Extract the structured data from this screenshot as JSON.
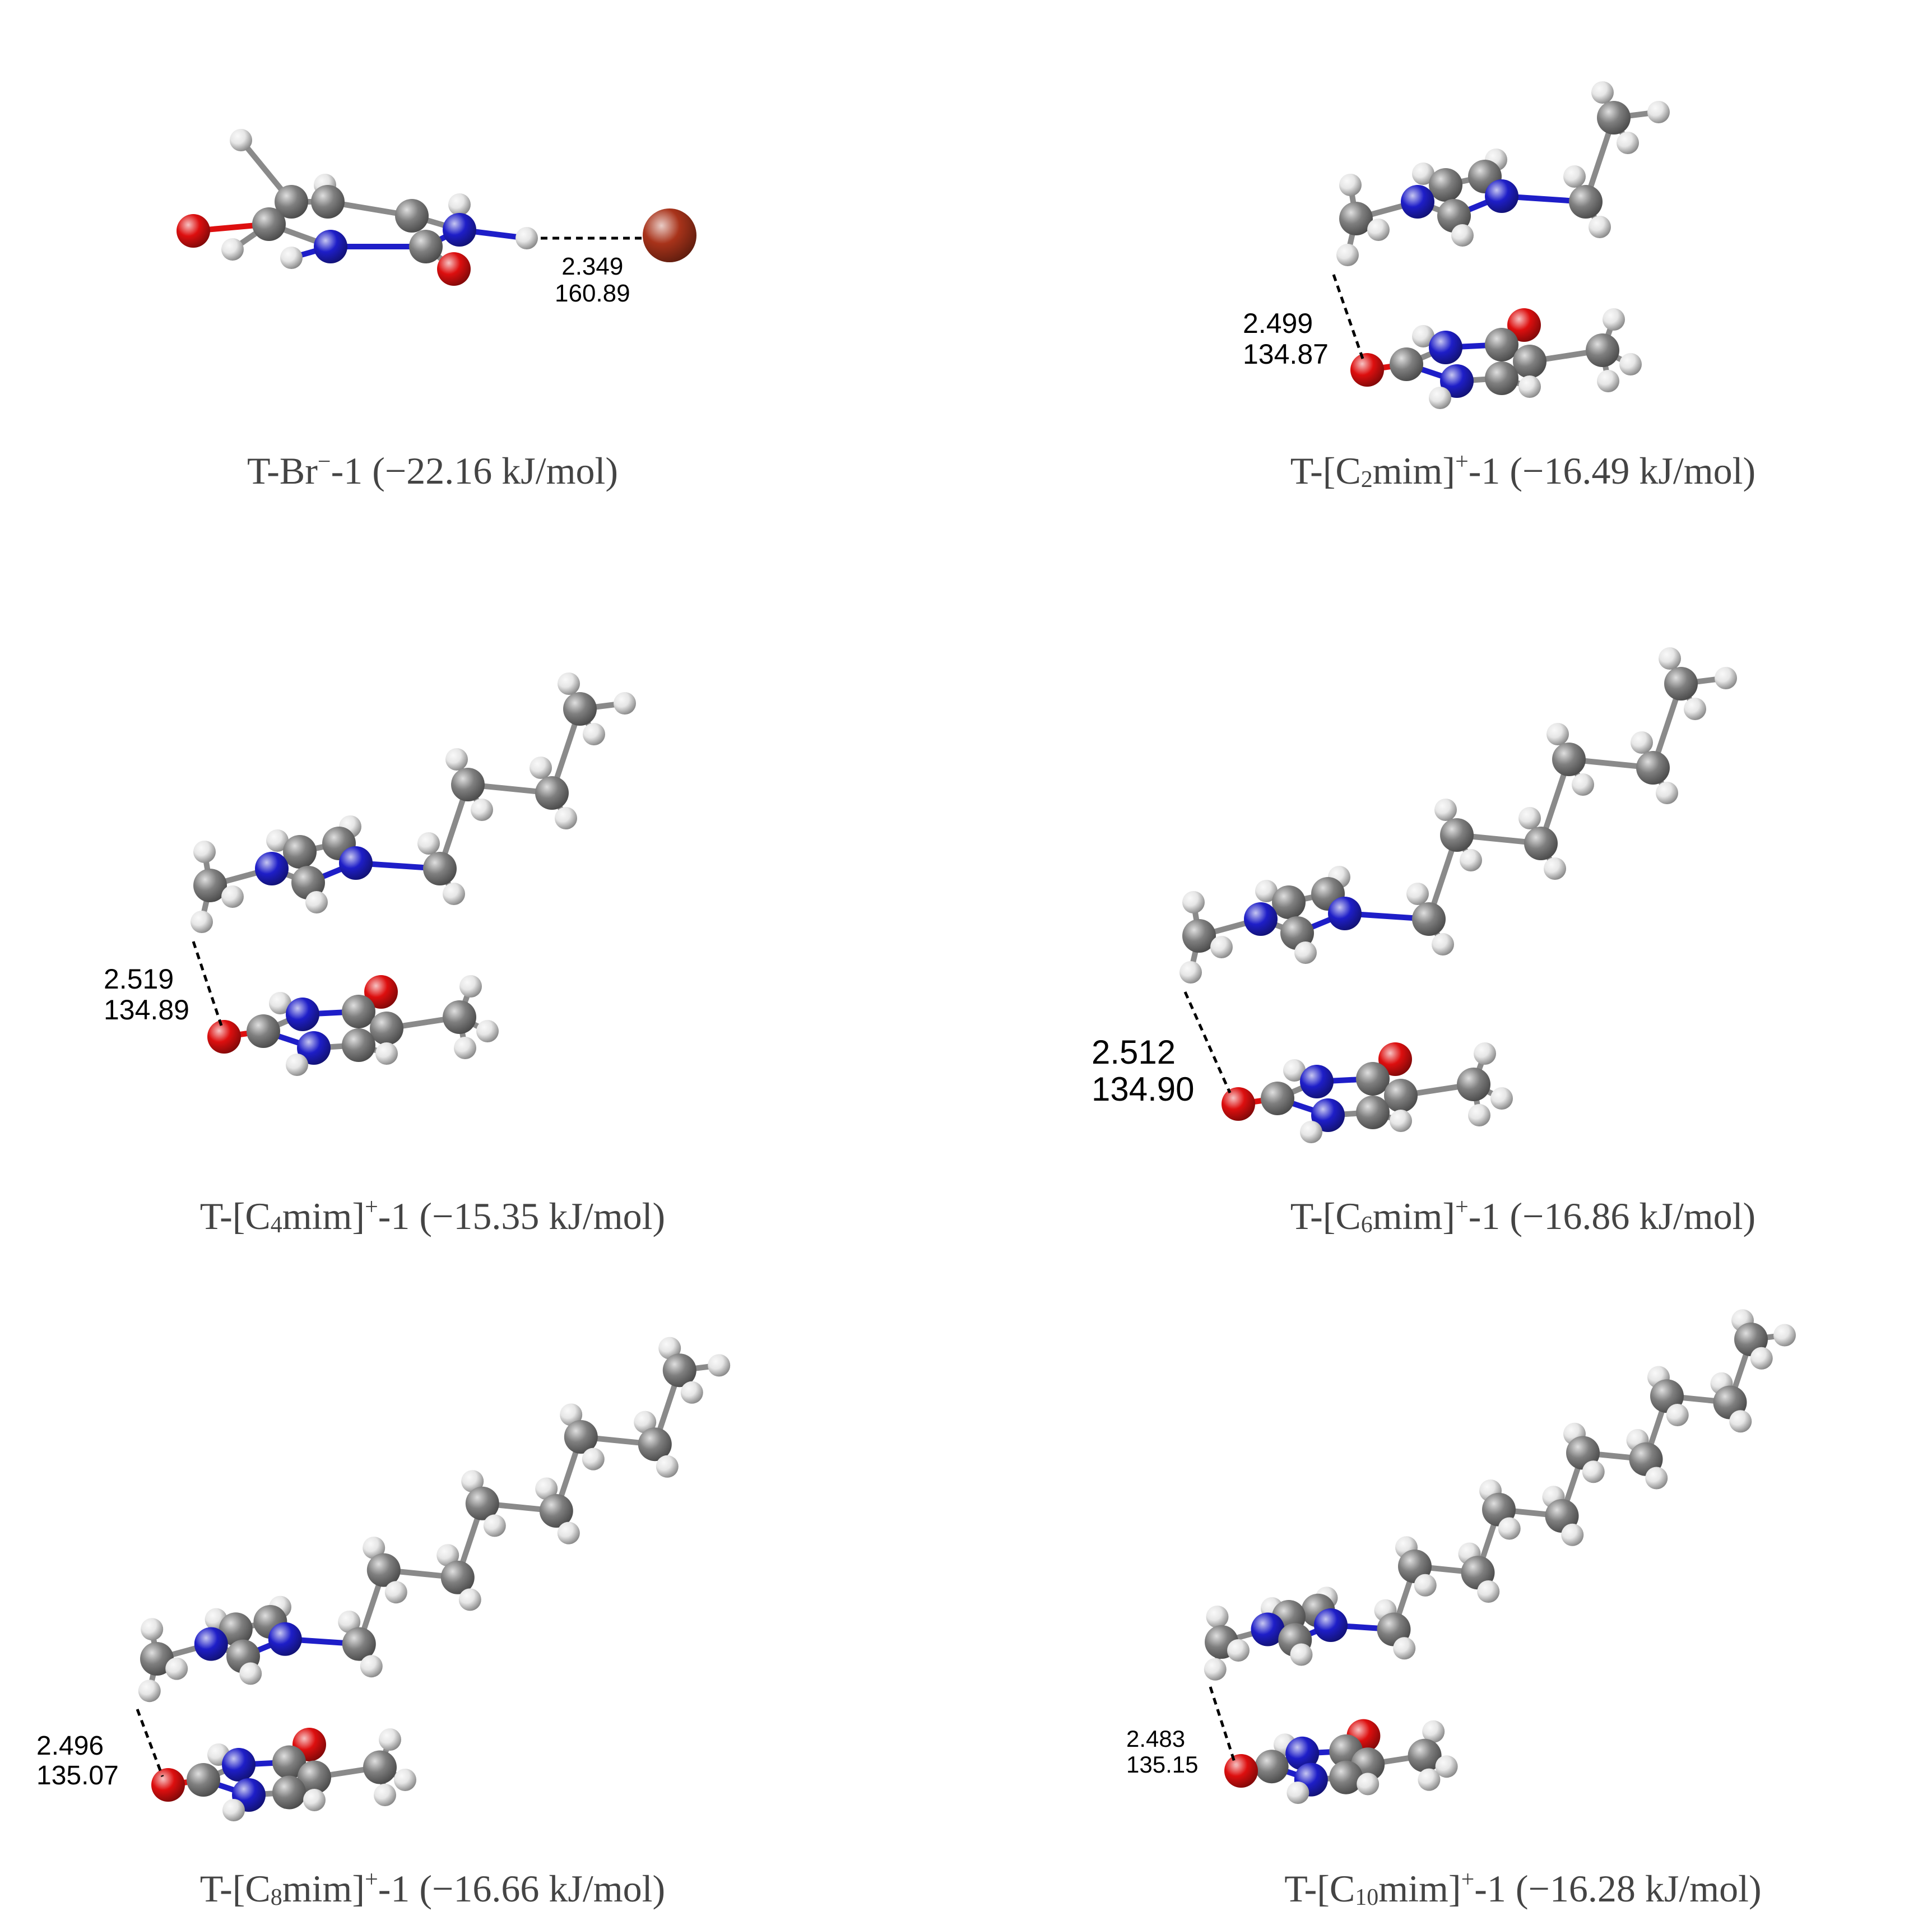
{
  "atom_colors": {
    "C": "#7f7f7f",
    "H": "#e6e6e6",
    "N": "#1e1ec8",
    "O": "#dd0f0f",
    "Br": "#a8331a"
  },
  "panels": [
    {
      "id": "br",
      "caption": {
        "prefix": "T-Br",
        "sub": "",
        "sup": "−",
        "suffix": "-1 (−22.16 kJ/mol)"
      },
      "hbond": {
        "distance": "2.349",
        "angle": "160.89"
      }
    },
    {
      "id": "c2",
      "caption": {
        "prefix": "T-[C",
        "sub": "2",
        "sup": "+",
        "suffix": "-1 (−16.49 kJ/mol)"
      },
      "hbond": {
        "distance": "2.499",
        "angle": "134.87"
      }
    },
    {
      "id": "c4",
      "caption": {
        "prefix": "T-[C",
        "sub": "4",
        "sup": "+",
        "suffix": "-1 (−15.35 kJ/mol)"
      },
      "hbond": {
        "distance": "2.519",
        "angle": "134.89"
      }
    },
    {
      "id": "c6",
      "caption": {
        "prefix": "T-[C",
        "sub": "6",
        "sup": "+",
        "suffix": "-1 (−16.86 kJ/mol)"
      },
      "hbond": {
        "distance": "2.512",
        "angle": "134.90"
      }
    },
    {
      "id": "c8",
      "caption": {
        "prefix": "T-[C",
        "sub": "8",
        "sup": "+",
        "suffix": "-1 (−16.66 kJ/mol)"
      },
      "hbond": {
        "distance": "2.496",
        "angle": "135.07"
      }
    },
    {
      "id": "c10",
      "caption": {
        "prefix": "T-[C",
        "sub": "10",
        "sup": "+",
        "suffix": "-1 (−16.28 kJ/mol)"
      },
      "hbond": {
        "distance": "2.483",
        "angle": "135.15"
      }
    }
  ]
}
